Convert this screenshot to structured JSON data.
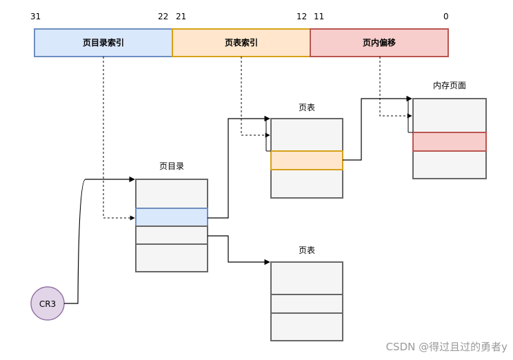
{
  "address_bits": {
    "b31": "31",
    "b22": "22",
    "b21": "21",
    "b12": "12",
    "b11": "11",
    "b0": "0"
  },
  "segments": {
    "dir_index": "页目录索引",
    "table_index": "页表索引",
    "offset": "页内偏移"
  },
  "labels": {
    "page_directory": "页目录",
    "page_table_top": "页表",
    "page_table_bottom": "页表",
    "memory_page": "内存页面",
    "cr3": "CR3"
  },
  "colors": {
    "dir_fill": "#dae8fc",
    "dir_stroke": "#6c8ebf",
    "table_fill": "#ffe6cc",
    "table_stroke": "#d6a117",
    "offset_fill": "#f8cecc",
    "offset_stroke": "#b85450",
    "block_fill": "#f5f5f5",
    "block_stroke": "#666666",
    "cr3_fill": "#e1d5e7",
    "cr3_stroke": "#9673a6"
  },
  "watermark": "CSDN @得过且过的勇者y"
}
